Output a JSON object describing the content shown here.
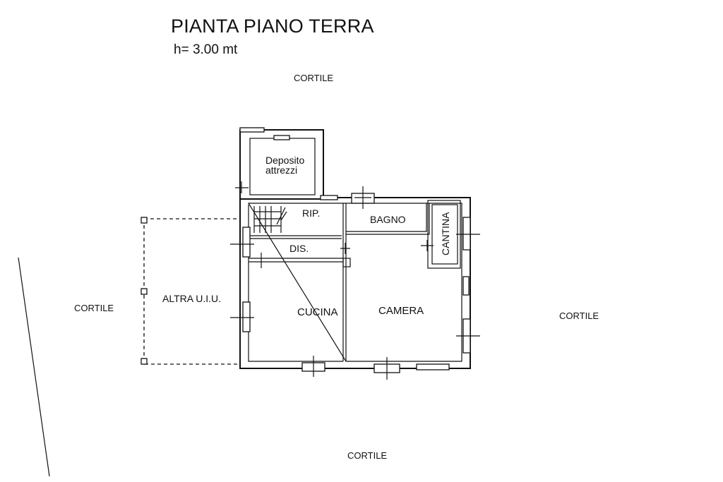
{
  "header": {
    "title": "PIANTA PIANO TERRA",
    "height_note": "h= 3.00 mt"
  },
  "surroundings": {
    "top": "CORTILE",
    "left": "CORTILE",
    "right": "CORTILE",
    "bottom": "CORTILE"
  },
  "rooms": {
    "deposito_line1": "Deposito",
    "deposito_line2": "attrezzi",
    "ripostiglio": "RIP.",
    "bagno": "BAGNO",
    "cantina": "CANTINA",
    "disimpegno": "DIS.",
    "altra_uiu": "ALTRA U.I.U.",
    "cucina": "CUCINA",
    "camera": "CAMERA"
  }
}
